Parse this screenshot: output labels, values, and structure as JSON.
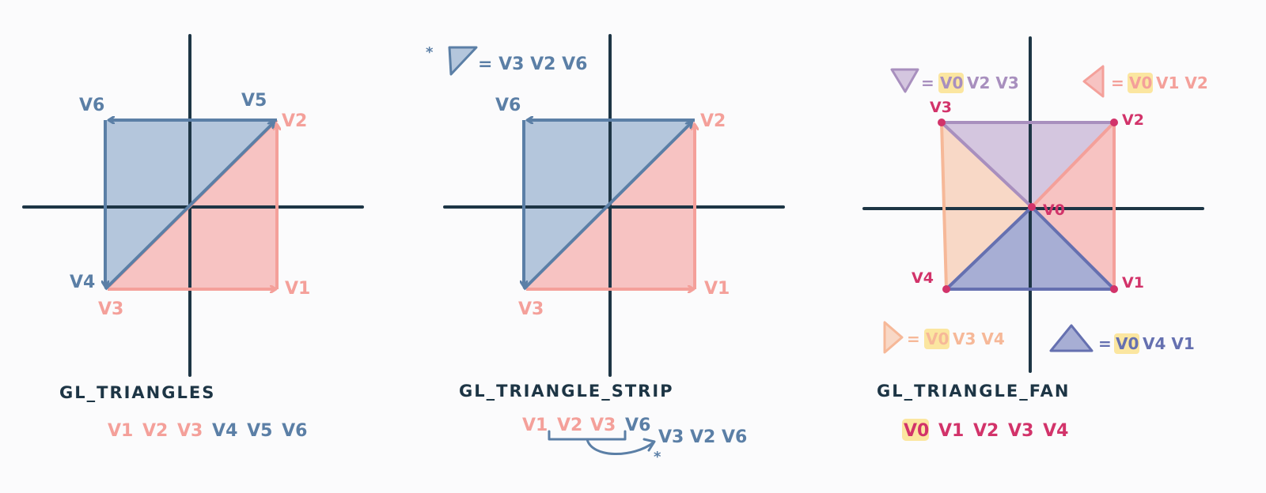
{
  "panels": [
    {
      "id": "triangles",
      "title": "GL_TRIANGLES",
      "vertices": {
        "v1": "V1",
        "v2": "V2",
        "v3": "V3",
        "v4": "V4",
        "v5": "V5",
        "v6": "V6"
      },
      "sequence": [
        "V1",
        "V2",
        "V3",
        "V4",
        "V5",
        "V6"
      ]
    },
    {
      "id": "strip",
      "title": "GL_TRIANGLE_STRIP",
      "vertices": {
        "v1": "V1",
        "v2": "V2",
        "v3": "V3",
        "v6": "V6"
      },
      "legend": {
        "marker": "*",
        "eq": "= V3 V2 V6"
      },
      "sequence": [
        "V1",
        "V2",
        "V3",
        "V6"
      ],
      "result": "V3 V2 V6",
      "result_marker": "*"
    },
    {
      "id": "fan",
      "title": "GL_TRIANGLE_FAN",
      "vertices": {
        "v0": "V0",
        "v1": "V1",
        "v2": "V2",
        "v3": "V3",
        "v4": "V4"
      },
      "legend": [
        {
          "eq_hl": "V0",
          "eq_rest": "V2 V3"
        },
        {
          "eq_hl": "V0",
          "eq_rest": "V1 V2"
        },
        {
          "eq_hl": "V0",
          "eq_rest": "V3 V4"
        },
        {
          "eq_hl": "V0",
          "eq_rest": "V4 V1"
        }
      ],
      "sequence": [
        "V0",
        "V1",
        "V2",
        "V3",
        "V4"
      ]
    }
  ],
  "colors": {
    "axis": "#1d3545",
    "blue_fill": "#b4c6dc",
    "blue_line": "#5b7fa6",
    "pink_fill": "#f7c3c2",
    "pink_line": "#f4a09a",
    "purple_fill": "#d4c6df",
    "purple_line": "#a88fbe",
    "peach_fill": "#f8d8c6",
    "peach_line": "#f6b898",
    "navy_fill": "#a7aed4",
    "navy_line": "#6570b0",
    "vertex_dot": "#d2336a",
    "highlight": "#fbe6a0"
  }
}
